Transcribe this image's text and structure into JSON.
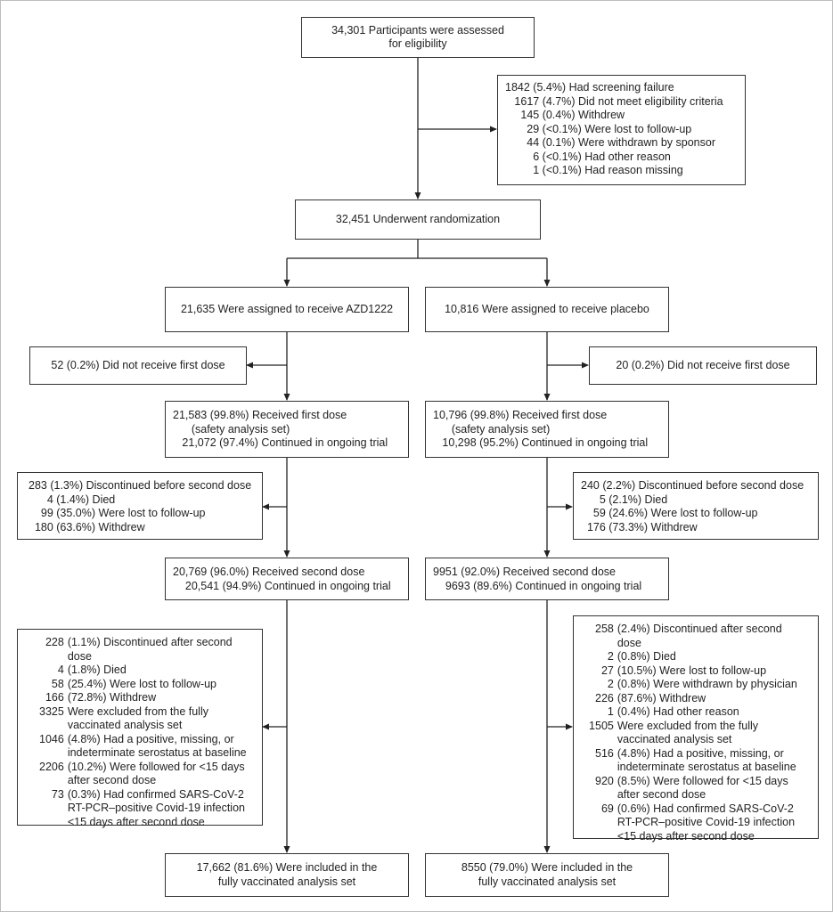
{
  "enrollment": {
    "assessed": [
      "34,301 Participants were assessed",
      "for eligibility"
    ],
    "screening_failure": [
      "1842 (5.4%) Had screening failure",
      "   1617 (4.7%) Did not meet eligibility criteria",
      "     145 (0.4%) Withdrew",
      "       29 (<0.1%) Were lost to follow-up",
      "       44 (0.1%) Were withdrawn by sponsor",
      "         6 (<0.1%) Had other reason",
      "         1 (<0.1%) Had reason missing"
    ],
    "randomized": "32,451 Underwent randomization"
  },
  "azd": {
    "assigned": "21,635 Were assigned to receive AZD1222",
    "no_first_dose": "52 (0.2%) Did not receive first dose",
    "first_dose": [
      "21,583 (99.8%) Received first dose",
      "      (safety analysis set)",
      "   21,072 (97.4%) Continued in ongoing trial"
    ],
    "discontinued_before_second": [
      "283 (1.3%) Discontinued before second dose",
      "      4 (1.4%) Died",
      "    99 (35.0%) Were lost to follow-up",
      "  180 (63.6%) Withdrew"
    ],
    "second_dose": [
      "20,769 (96.0%) Received second dose",
      "    20,541 (94.9%) Continued in ongoing trial"
    ],
    "after_second": [
      {
        "n": "228",
        "t": "(1.1%) Discontinued after second dose"
      },
      {
        "n": "4",
        "t": "(1.8%) Died"
      },
      {
        "n": "58",
        "t": "(25.4%) Were lost to follow-up"
      },
      {
        "n": "166",
        "t": "(72.8%) Withdrew"
      },
      {
        "n": "3325",
        "t": "Were excluded from the fully vaccinated analysis set"
      },
      {
        "n": "1046",
        "t": "(4.8%) Had a positive, missing, or indeterminate serostatus at baseline"
      },
      {
        "n": "2206",
        "t": "(10.2%) Were followed for <15 days after second dose"
      },
      {
        "n": "73",
        "t": "(0.3%) Had confirmed SARS-CoV-2 RT-PCR–positive Covid-19 infection <15 days after second dose"
      }
    ],
    "included": [
      "17,662 (81.6%) Were included in the",
      "fully vaccinated analysis set"
    ]
  },
  "placebo": {
    "assigned": "10,816 Were assigned to receive placebo",
    "no_first_dose": "20 (0.2%) Did not receive first dose",
    "first_dose": [
      "10,796 (99.8%) Received first dose",
      "      (safety analysis set)",
      "   10,298 (95.2%) Continued in ongoing trial"
    ],
    "discontinued_before_second": [
      "240 (2.2%) Discontinued before second dose",
      "      5 (2.1%) Died",
      "    59 (24.6%) Were lost to follow-up",
      "  176 (73.3%) Withdrew"
    ],
    "second_dose": [
      "9951 (92.0%) Received second dose",
      "    9693 (89.6%) Continued in ongoing trial"
    ],
    "after_second": [
      {
        "n": "258",
        "t": "(2.4%) Discontinued after second dose"
      },
      {
        "n": "2",
        "t": "(0.8%) Died"
      },
      {
        "n": "27",
        "t": "(10.5%) Were lost to follow-up"
      },
      {
        "n": "2",
        "t": "(0.8%) Were withdrawn by physician"
      },
      {
        "n": "226",
        "t": "(87.6%) Withdrew"
      },
      {
        "n": "1",
        "t": "(0.4%) Had other reason"
      },
      {
        "n": "1505",
        "t": "Were excluded from the fully vaccinated analysis set"
      },
      {
        "n": "516",
        "t": "(4.8%) Had a positive, missing, or indeterminate serostatus at baseline"
      },
      {
        "n": "920",
        "t": "(8.5%) Were followed for <15 days after second dose"
      },
      {
        "n": "69",
        "t": "(0.6%) Had confirmed SARS-CoV-2 RT-PCR–positive Covid-19 infection <15 days after second dose"
      }
    ],
    "included": [
      "8550 (79.0%) Were included in the",
      "fully vaccinated analysis set"
    ]
  }
}
